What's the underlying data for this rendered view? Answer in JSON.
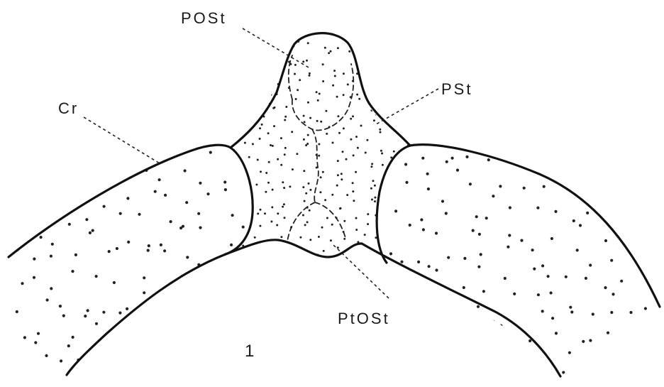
{
  "labels": {
    "post": "POSt",
    "pst": "PSt",
    "cr": "Cr",
    "ptost": "PtOSt"
  },
  "figure_number": "1"
}
